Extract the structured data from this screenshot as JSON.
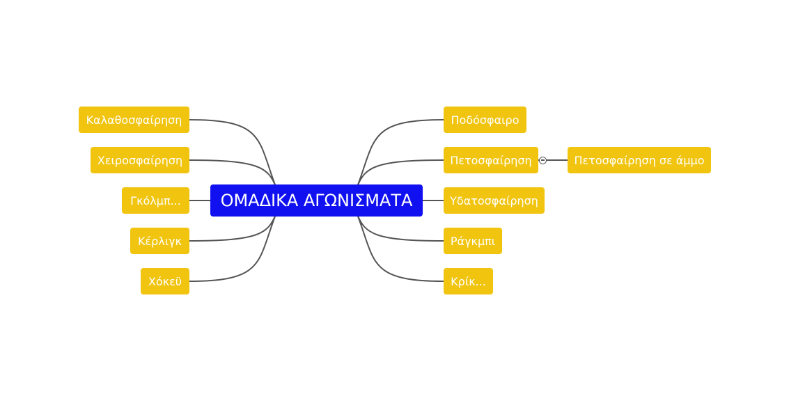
{
  "colors": {
    "root_bg": "#1010f0",
    "branch_bg": "#f1c40f",
    "text": "#ffffff",
    "connector": "#555555",
    "background": "#ffffff"
  },
  "root": {
    "label": "ΟΜΑΔΙΚΑ ΑΓΩΝΙΣΜΑΤΑ"
  },
  "left_branches": [
    {
      "label": "Καλαθοσφαίρηση"
    },
    {
      "label": "Χειροσφαίρηση"
    },
    {
      "label": "Γκόλμπ..."
    },
    {
      "label": "Κέρλιγκ"
    },
    {
      "label": "Χόκεϋ"
    }
  ],
  "right_branches": [
    {
      "label": "Ποδόσφαιρο"
    },
    {
      "label": "Πετοσφαίρηση",
      "collapse_icon": "collapse-minus-icon"
    },
    {
      "label": "Υδατοσφαίρηση"
    },
    {
      "label": "Ράγκμπι"
    },
    {
      "label": "Κρίκ..."
    }
  ],
  "sub_branches": [
    {
      "label": "Πετοσφαίρηση σε άμμο"
    }
  ]
}
